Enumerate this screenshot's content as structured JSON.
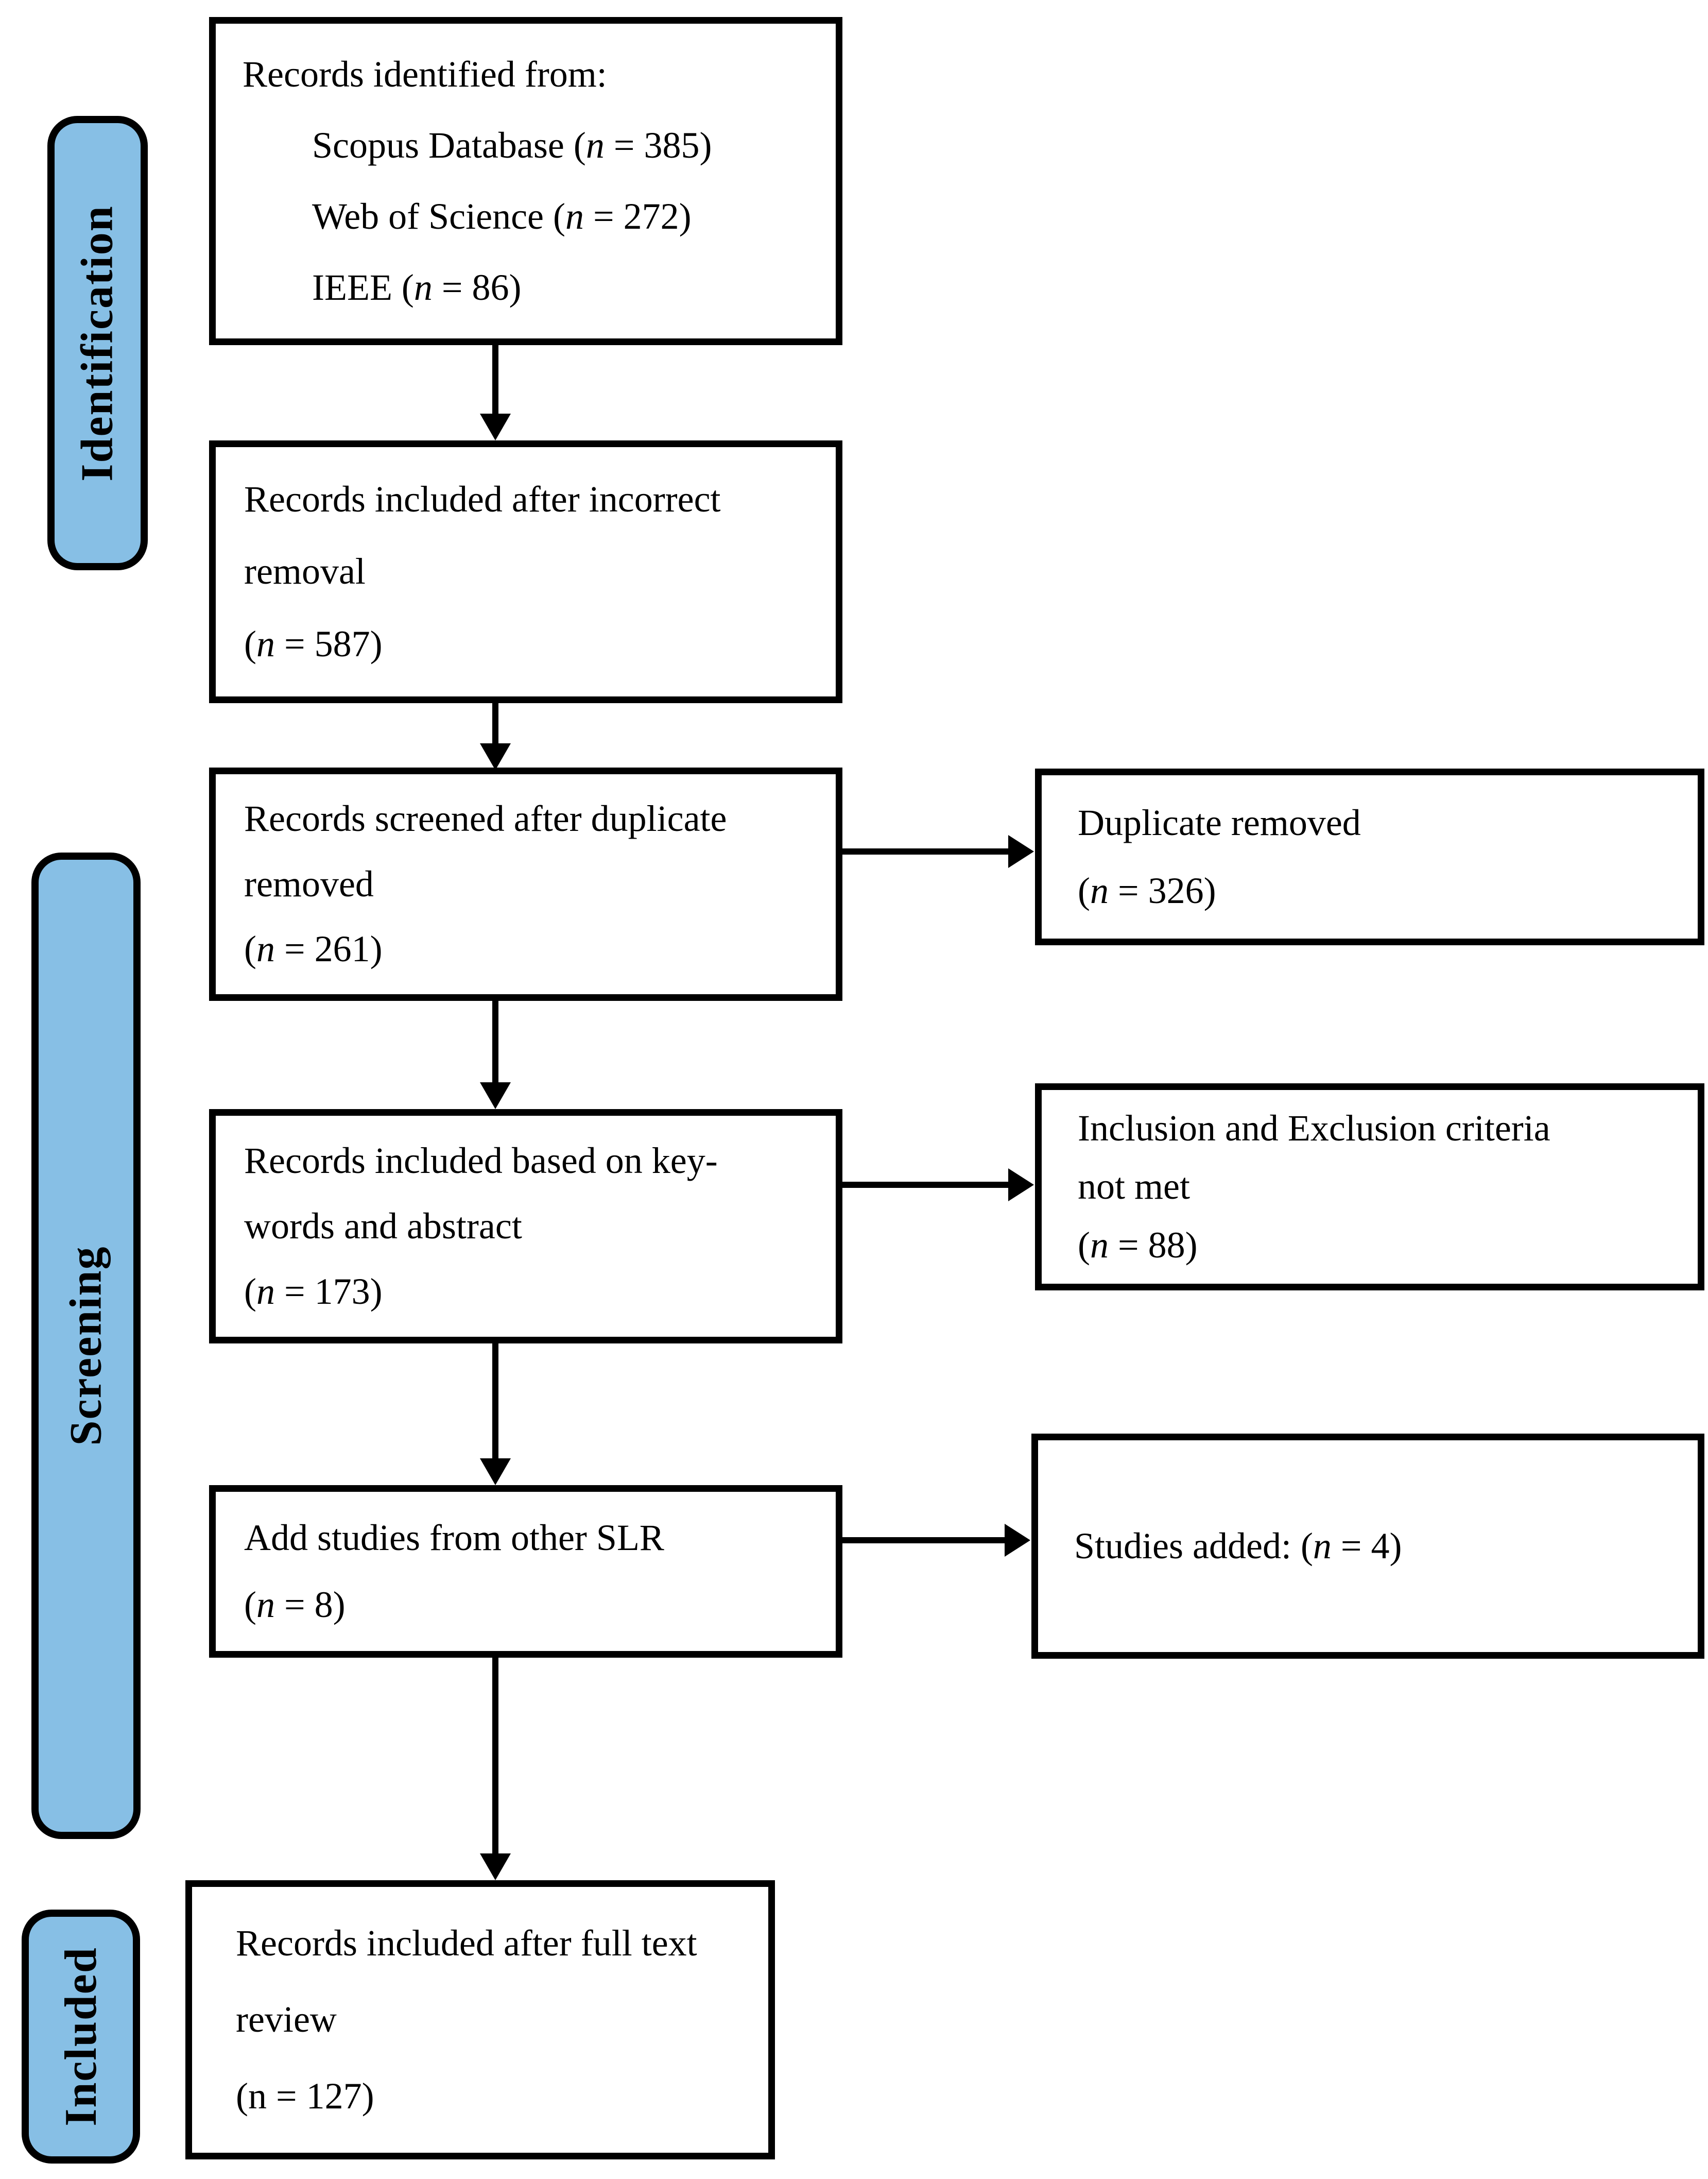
{
  "stages": {
    "identification": {
      "label": "Identification"
    },
    "screening": {
      "label": "Screening"
    },
    "included": {
      "label": "Included"
    }
  },
  "flow": {
    "identified": {
      "lines": [
        {
          "pre": "Records identified from:",
          "n": "",
          "post": ""
        },
        {
          "pre": "Scopus Database (",
          "n": "n",
          "post": " = 385)"
        },
        {
          "pre": "Web of Science (",
          "n": "n",
          "post": " = 272)"
        },
        {
          "pre": "IEEE (",
          "n": "n",
          "post": " = 86)"
        }
      ]
    },
    "incorrect_removal": {
      "lines": [
        {
          "pre": "Records included after incorrect",
          "n": "",
          "post": ""
        },
        {
          "pre": "removal",
          "n": "",
          "post": ""
        },
        {
          "pre": "(",
          "n": "n",
          "post": " = 587)"
        }
      ]
    },
    "duplicate_screened": {
      "lines": [
        {
          "pre": "Records screened after duplicate",
          "n": "",
          "post": ""
        },
        {
          "pre": "removed",
          "n": "",
          "post": ""
        },
        {
          "pre": "(",
          "n": "n",
          "post": " = 261)"
        }
      ]
    },
    "keywords_abstract": {
      "lines": [
        {
          "pre": "Records included based on key-",
          "n": "",
          "post": ""
        },
        {
          "pre": "words and abstract",
          "n": "",
          "post": ""
        },
        {
          "pre": "(",
          "n": "n",
          "post": " = 173)"
        }
      ]
    },
    "add_slr": {
      "lines": [
        {
          "pre": "Add studies from other SLR",
          "n": "",
          "post": ""
        },
        {
          "pre": "(",
          "n": "n",
          "post": " = 8)"
        }
      ]
    },
    "full_text": {
      "lines": [
        {
          "pre": "Records included after full text",
          "n": "",
          "post": ""
        },
        {
          "pre": "review",
          "n": "",
          "post": ""
        },
        {
          "pre": "(n = 127)",
          "n": "",
          "post": ""
        }
      ]
    }
  },
  "side": {
    "duplicate_removed": {
      "lines": [
        {
          "pre": "Duplicate removed",
          "n": "",
          "post": ""
        },
        {
          "pre": "(",
          "n": "n",
          "post": " = 326)"
        }
      ]
    },
    "criteria_not_met": {
      "lines": [
        {
          "pre": "Inclusion and Exclusion criteria",
          "n": "",
          "post": ""
        },
        {
          "pre": "not met",
          "n": "",
          "post": ""
        },
        {
          "pre": "(",
          "n": "n",
          "post": " = 88)"
        }
      ]
    },
    "studies_added": {
      "lines": [
        {
          "pre": "Studies added: (",
          "n": "n",
          "post": " = 4)"
        }
      ]
    }
  },
  "colors": {
    "stage_fill": "#87BFE5",
    "line": "#000000",
    "background": "#FFFFFF"
  }
}
